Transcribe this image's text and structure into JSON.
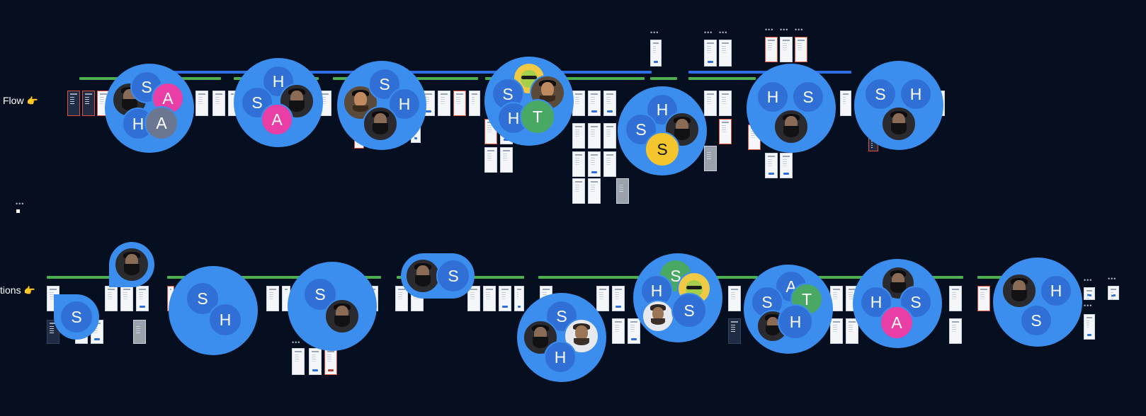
{
  "canvas": {
    "background": "#050f1f",
    "row_labels": {
      "top": "Flow",
      "bottom": "tions",
      "pointer_icon": "pointing-hand-icon"
    },
    "overflow_dots": "•••",
    "colors": {
      "avatar_cluster": "#3b8eee",
      "avatar_blue": "#2f6fd6",
      "avatar_pink": "#e93ea5",
      "avatar_green": "#4aa865",
      "avatar_yellow": "#f4c52c",
      "avatar_slate": "#6b7690",
      "section_bar_green": "#4caf50",
      "section_bar_blue": "#2f6fe6"
    },
    "avatars": {
      "top_1": [
        "S",
        "A",
        "H",
        "A"
      ],
      "top_2": [
        "H",
        "S",
        "A"
      ],
      "top_3": [
        "S",
        "H"
      ],
      "top_4": [
        "S",
        "H",
        "T"
      ],
      "top_5": [
        "H",
        "S",
        "S"
      ],
      "top_6": [
        "H",
        "S"
      ],
      "top_7": [
        "S",
        "H"
      ],
      "bottom_1": [
        "S"
      ],
      "bottom_2": [
        "S",
        "H"
      ],
      "bottom_3": [
        "S"
      ],
      "bottom_4": [
        "S"
      ],
      "bottom_5": [
        "S",
        "H"
      ],
      "bottom_6": [
        "S",
        "H",
        "S"
      ],
      "bottom_7": [
        "S",
        "A",
        "T",
        "H"
      ],
      "bottom_8": [
        "H",
        "S",
        "A"
      ],
      "bottom_9": [
        "H",
        "S"
      ]
    }
  }
}
